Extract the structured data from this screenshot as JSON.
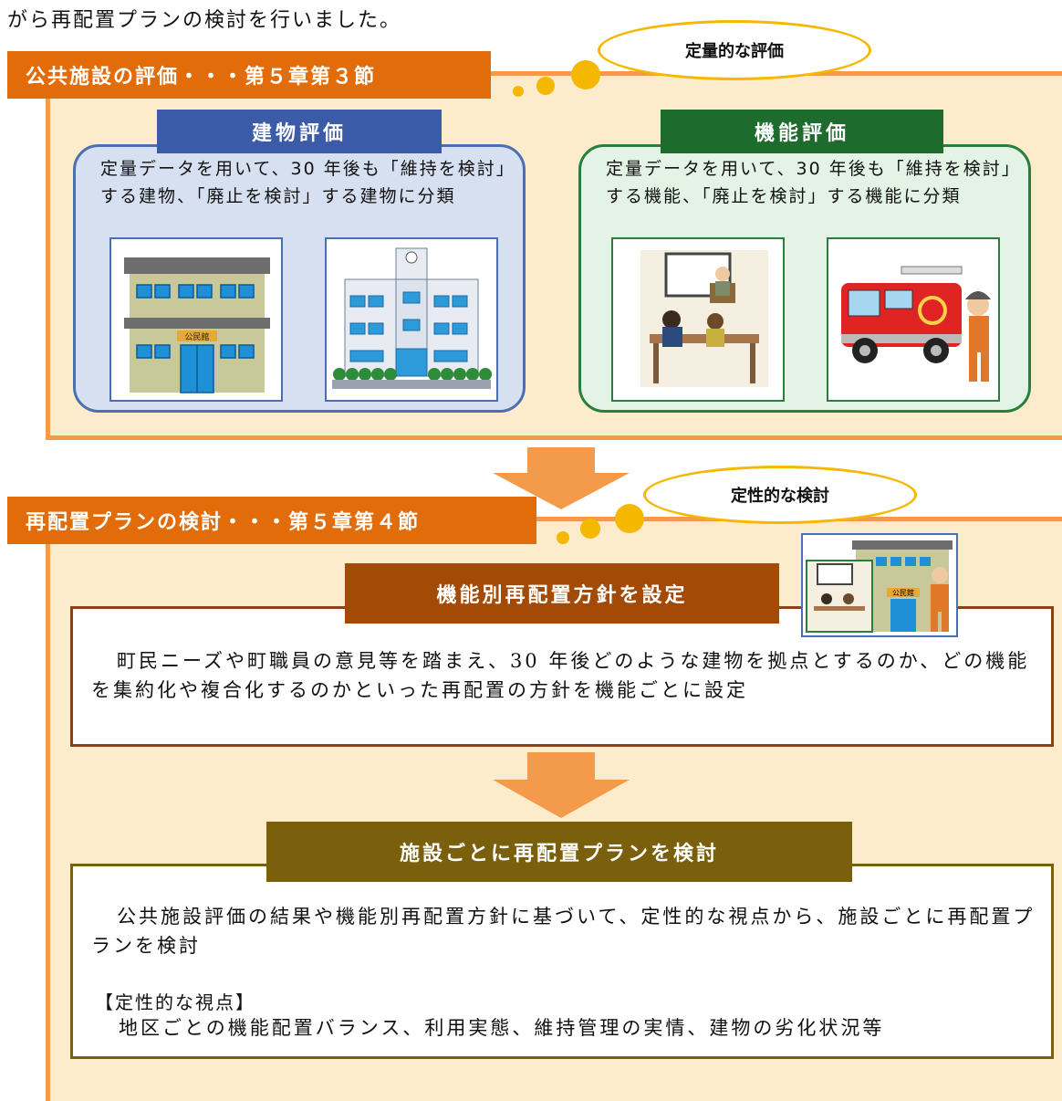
{
  "intro_text": "がら再配置プランの検討を行いました。",
  "section1": {
    "header": "公共施設の評価・・・第５章第３節",
    "oval_label": "定量的な評価",
    "building_eval": {
      "title": "建物評価",
      "text": "定量データを用いて、30 年後も「維持を検討」する建物、「廃止を検討」する建物に分類"
    },
    "function_eval": {
      "title": "機能評価",
      "text": "定量データを用いて、30 年後も「維持を検討」する機能、「廃止を検討」する機能に分類"
    },
    "community_hall_sign": "公民館"
  },
  "section2": {
    "header": "再配置プランの検討・・・第５章第４節",
    "oval_label": "定性的な検討",
    "policy": {
      "title": "機能別再配置方針を設定",
      "text": "町民ニーズや町職員の意見等を踏まえ、30 年後どのような建物を拠点とするのか、どの機能を集約化や複合化するのかといった再配置の方針を機能ごとに設定"
    },
    "plan": {
      "title": "施設ごとに再配置プランを検討",
      "text": "公共施設評価の結果や機能別再配置方針に基づいて、定性的な視点から、施設ごとに再配置プランを検討",
      "viewpoint_label": "【定性的な視点】",
      "viewpoint_text": "地区ごとの機能配置バランス、利用実態、維持管理の実情、建物の劣化状況等"
    },
    "mini_sign": "公民館"
  },
  "colors": {
    "orange_header": "#e36c0a",
    "panel_fill": "#fdeccc",
    "blue_title": "#3b5ba8",
    "green_title": "#1e6b2e",
    "brown_title": "#a34a06",
    "olive_title": "#7a5f0c",
    "oval_border": "#f5b800"
  }
}
